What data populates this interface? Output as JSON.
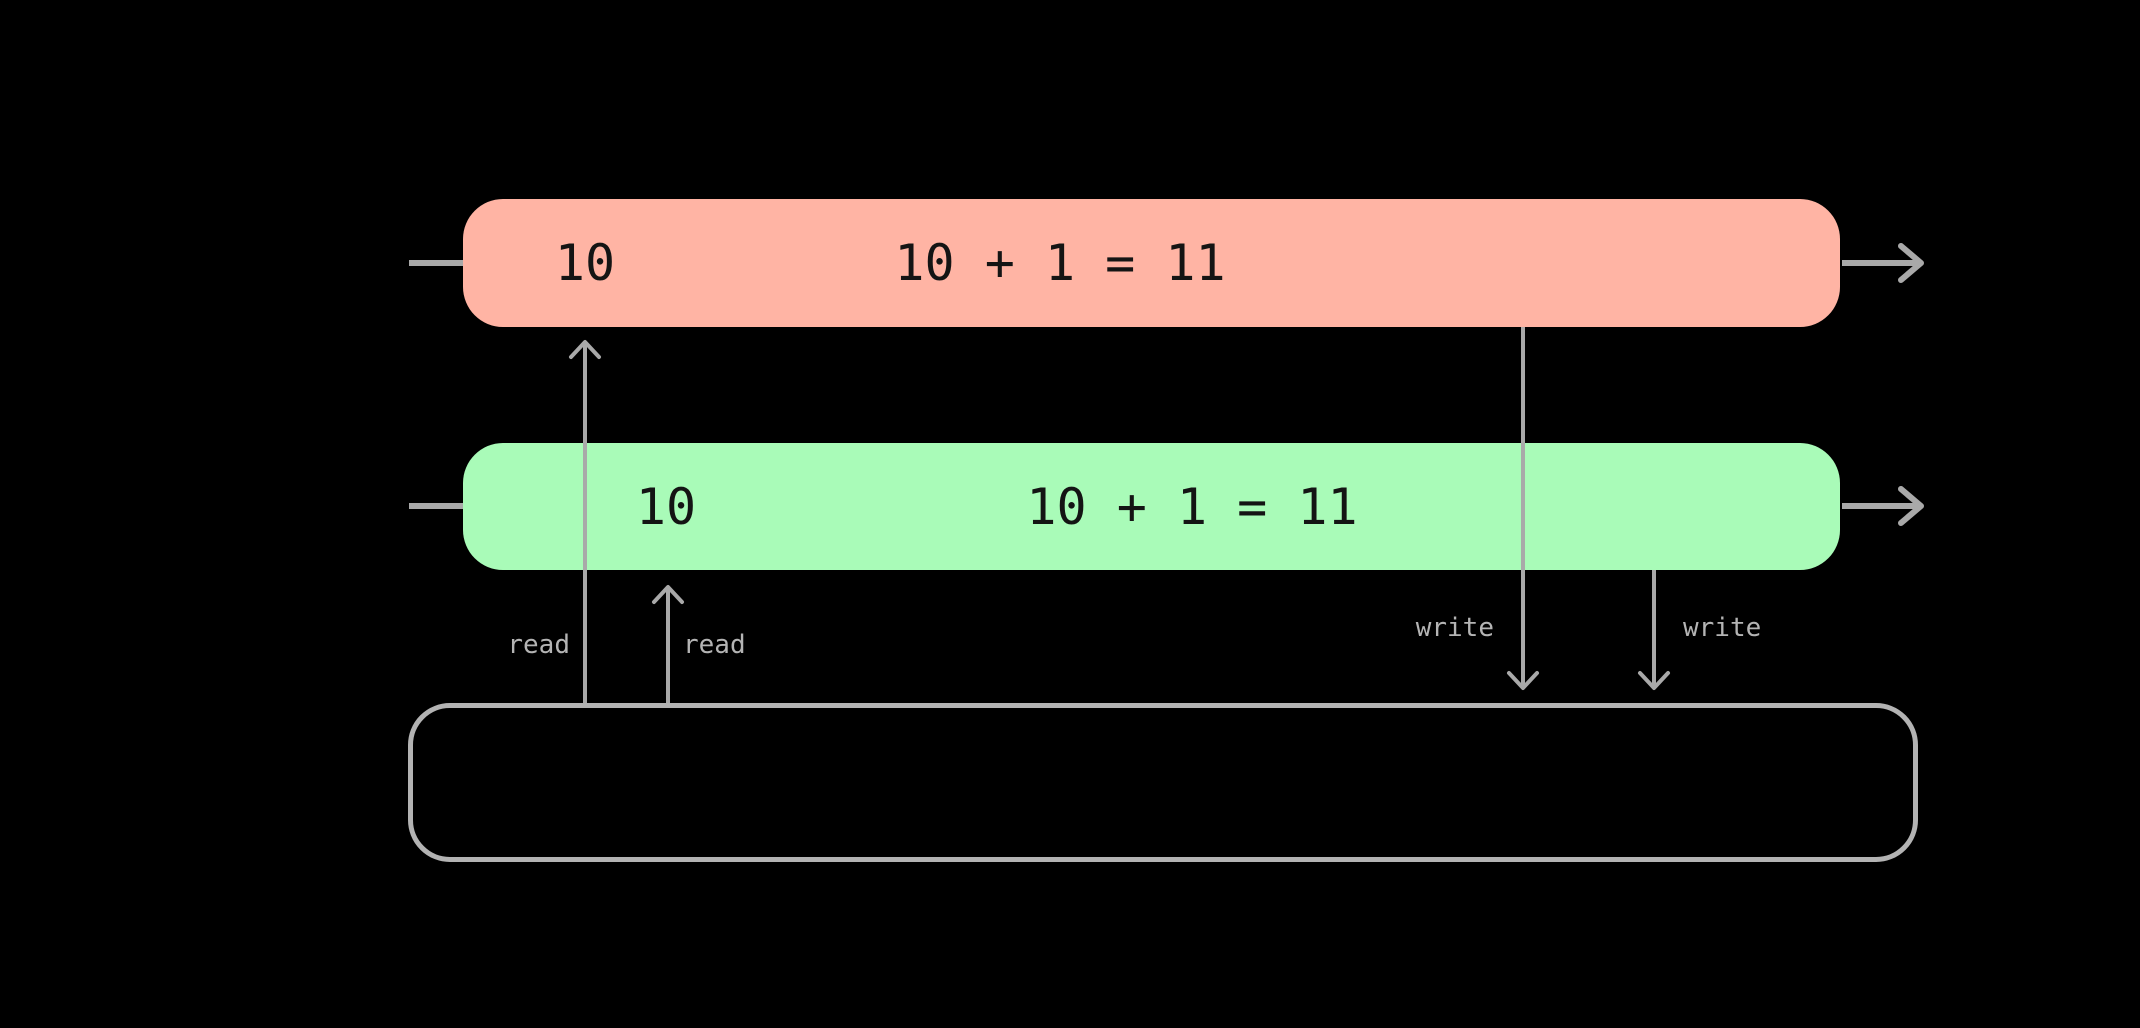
{
  "colors": {
    "background": "#000000",
    "thread1": "#ffb4a4",
    "thread2": "#a9fbb8",
    "line": "#a9a9a9",
    "bar_text": "#141414",
    "label_text": "#b4b4b4",
    "memory_border": "#b3b3b3"
  },
  "thread1": {
    "read_value": "10",
    "computation": "10 + 1 = 11"
  },
  "thread2": {
    "read_value": "10",
    "computation": "10 + 1 = 11"
  },
  "labels": {
    "read_thread1": "read",
    "read_thread2": "read",
    "write_thread1": "write",
    "write_thread2": "write"
  }
}
